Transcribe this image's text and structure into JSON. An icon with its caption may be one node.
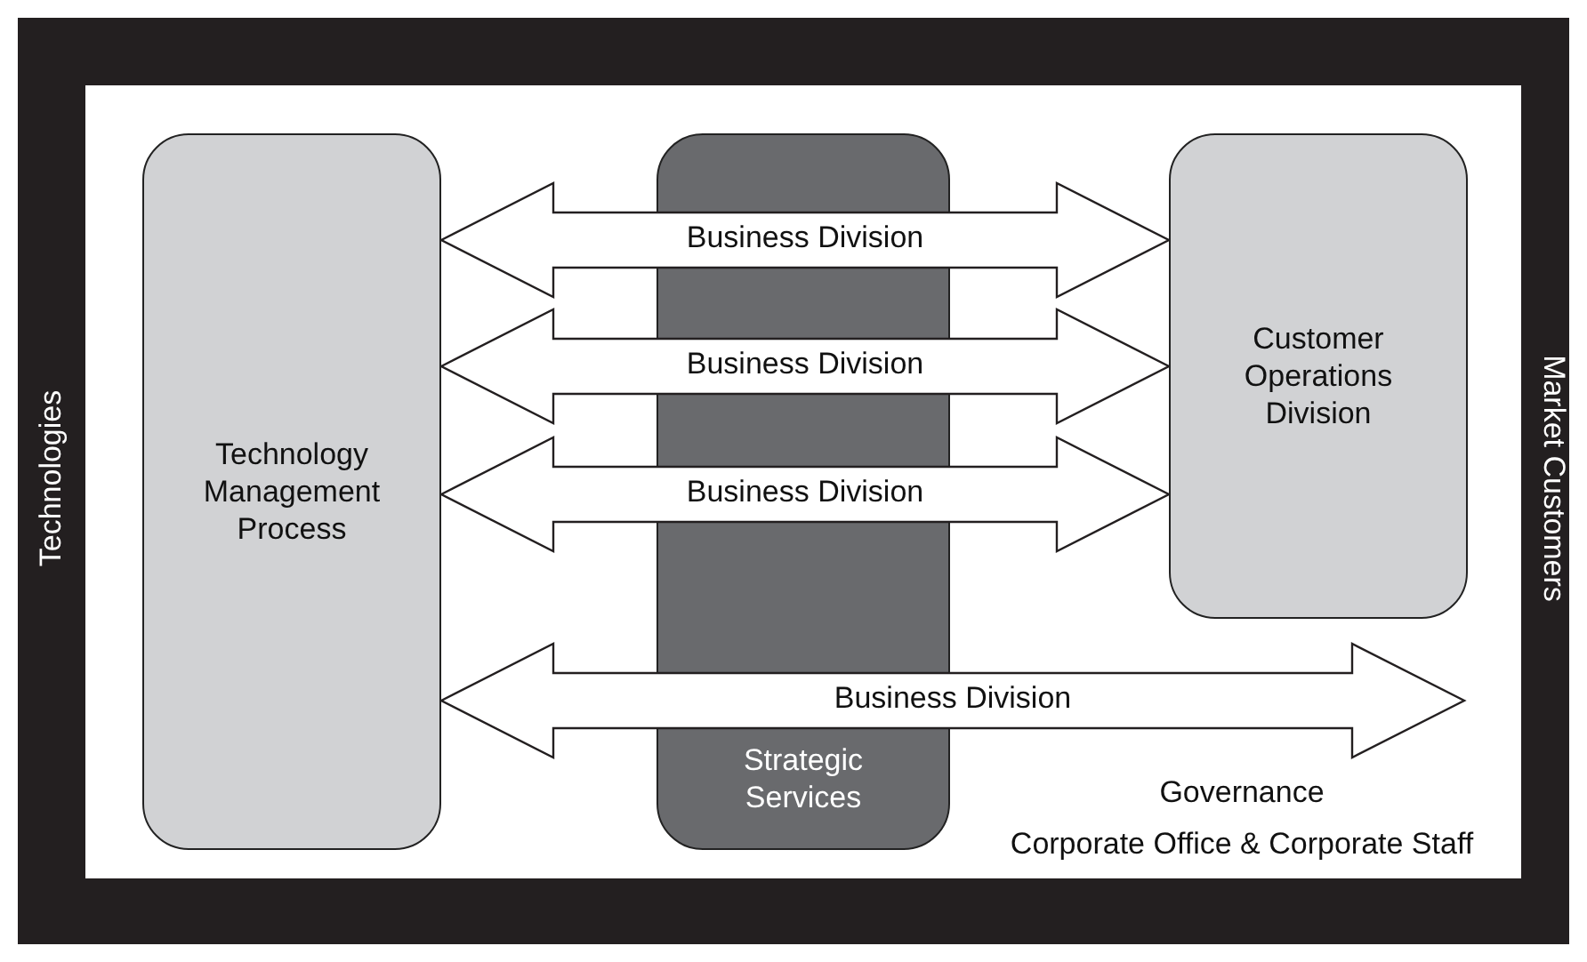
{
  "diagram": {
    "nodes": [
      {
        "text": [
          "Technology Management Process"
        ]
      },
      {
        "text": [
          "Strategic Services"
        ]
      },
      {
        "text": [
          "Customer Operations Division"
        ]
      }
    ],
    "edges": [
      {
        "from": 0,
        "to": 2,
        "arrow": "both",
        "label": "Business Division"
      },
      {
        "from": 0,
        "to": 2,
        "arrow": "both",
        "label": "Business Division"
      },
      {
        "from": 0,
        "to": 2,
        "arrow": "both",
        "label": "Business Division"
      },
      {
        "from": 0,
        "to": null,
        "arrow": "both",
        "label": "Business Division"
      }
    ],
    "labels": [
      "Technologies",
      "Market Customers",
      "Governance",
      "Corporate Office & Corporate Staff"
    ]
  }
}
